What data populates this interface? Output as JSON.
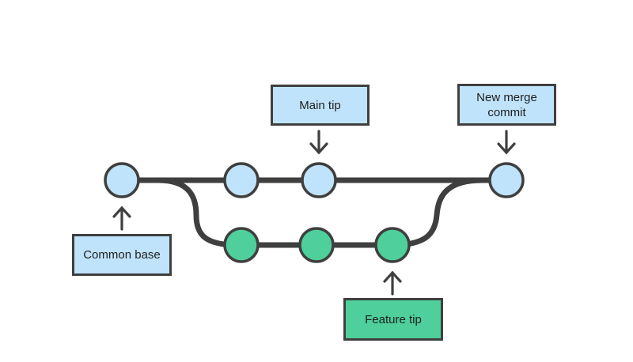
{
  "labels": {
    "main_tip": "Main tip",
    "new_merge_commit": "New merge\ncommit",
    "common_base": "Common base",
    "feature_tip": "Feature tip"
  },
  "colors": {
    "main_commit_fill": "#bfe3fb",
    "feature_commit_fill": "#4ecf9c",
    "main_label_fill": "#bfe3fb",
    "feature_label_fill": "#4ecf9c",
    "stroke": "#3f3f3f"
  }
}
